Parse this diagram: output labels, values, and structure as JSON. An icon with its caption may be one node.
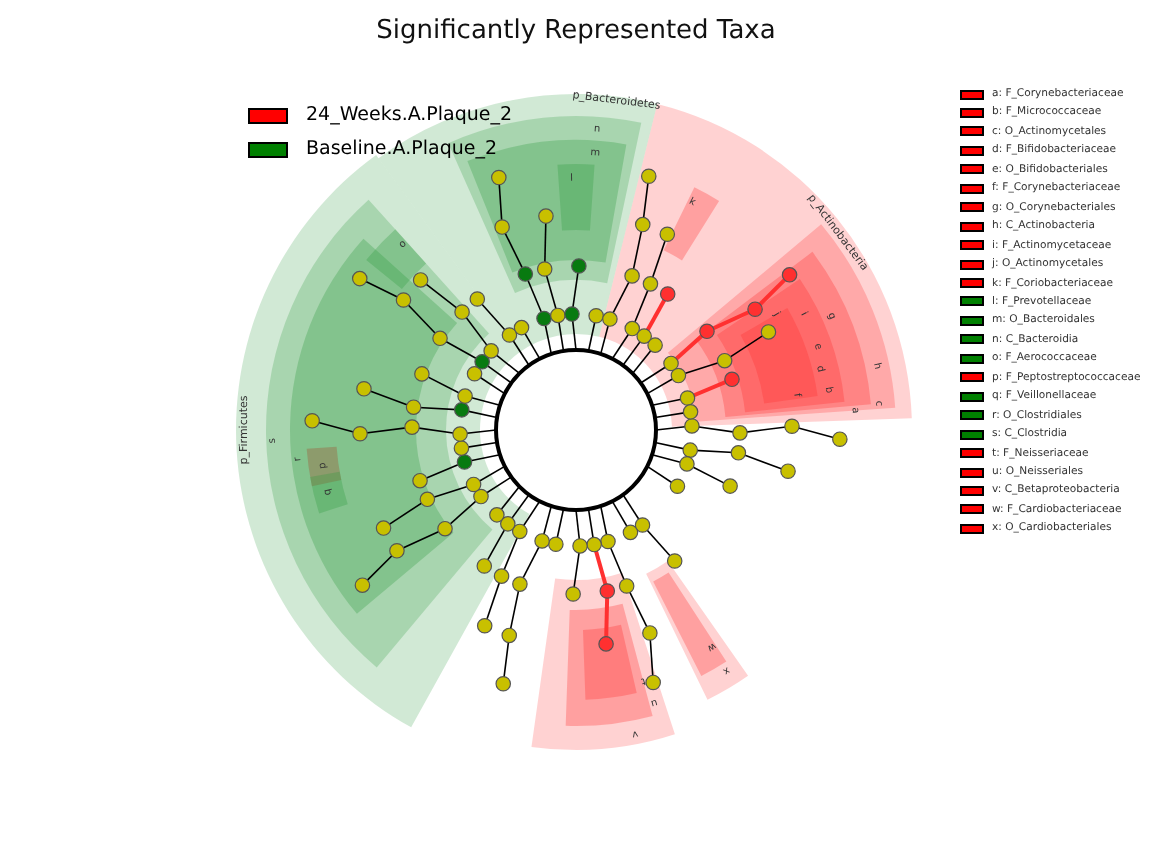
{
  "diagram": {
    "title": "Significantly Represented Taxa",
    "labels": [
      "p_Bacteroidetes",
      "n",
      "m",
      "l",
      "o",
      "p_Firmicutes",
      "s",
      "r",
      "p",
      "q",
      "p_Actinobacteria",
      "k",
      "j",
      "i",
      "g",
      "h",
      "e",
      "d",
      "f",
      "c",
      "b",
      "a",
      "t",
      "u",
      "v",
      "w",
      "x"
    ],
    "legend": [
      {
        "text": "24_Weeks.A.Plaque_2",
        "color": "#ff0000"
      },
      {
        "text": "Baseline.A.Plaque_2",
        "color": "#008000"
      },
      {
        "text": "a: F_Corynebacteriaceae",
        "color": "#ff0000"
      },
      {
        "text": "b: F_Micrococcaceae",
        "color": "#ff0000"
      },
      {
        "text": "c: O_Actinomycetales",
        "color": "#ff0000"
      },
      {
        "text": "d: F_Bifidobacteriaceae",
        "color": "#ff0000"
      },
      {
        "text": "e: O_Bifidobacteriales",
        "color": "#ff0000"
      },
      {
        "text": "f: F_Corynebacteriaceae",
        "color": "#ff0000"
      },
      {
        "text": "g: O_Corynebacteriales",
        "color": "#ff0000"
      },
      {
        "text": "h: C_Actinobacteria",
        "color": "#ff0000"
      },
      {
        "text": "i: F_Actinomycetaceae",
        "color": "#ff0000"
      },
      {
        "text": "j: O_Actinomycetales",
        "color": "#ff0000"
      },
      {
        "text": "k: F_Coriobacteriaceae",
        "color": "#ff0000"
      },
      {
        "text": "l: F_Prevotellaceae",
        "color": "#008000"
      },
      {
        "text": "m: O_Bacteroidales",
        "color": "#008000"
      },
      {
        "text": "n: C_Bacteroidia",
        "color": "#008000"
      },
      {
        "text": "o: F_Aerococcaceae",
        "color": "#008000"
      },
      {
        "text": "p: F_Peptostreptococcaceae",
        "color": "#ff0000"
      },
      {
        "text": "q: F_Veillonellaceae",
        "color": "#008000"
      },
      {
        "text": "r: O_Clostridiales",
        "color": "#008000"
      },
      {
        "text": "s: C_Clostridia",
        "color": "#008000"
      },
      {
        "text": "t: F_Neisseriaceae",
        "color": "#ff0000"
      },
      {
        "text": "u: O_Neisseriales",
        "color": "#ff0000"
      },
      {
        "text": "v: C_Betaproteobacteria",
        "color": "#ff0000"
      },
      {
        "text": "w: F_Cardiobacteriaceae",
        "color": "#ff0000"
      },
      {
        "text": "x: O_Cardiobacteriales",
        "color": "#ff0000"
      }
    ]
  }
}
